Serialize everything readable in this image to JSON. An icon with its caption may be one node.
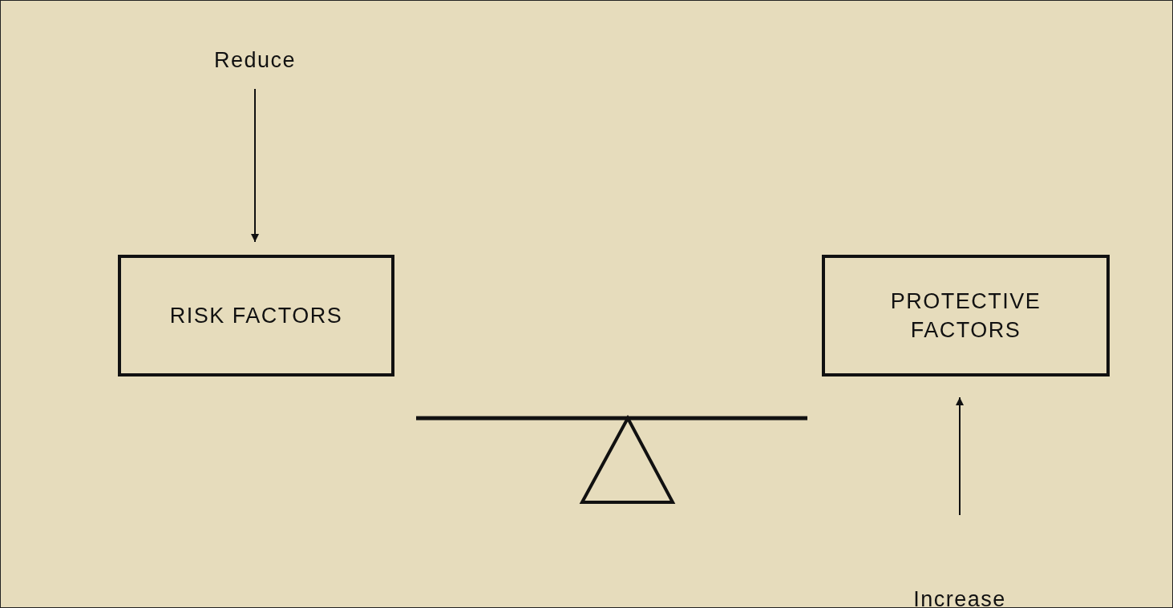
{
  "diagram": {
    "nodes": [
      {
        "text": [
          "Reduce"
        ]
      },
      {
        "text": [
          "RISK FACTORS"
        ]
      },
      {
        "text": [
          "PROTECTIVE FACTORS"
        ]
      },
      {
        "text": [
          "Increase"
        ]
      }
    ],
    "edges": [
      {
        "from": 0,
        "to": 1,
        "arrow": "to"
      },
      {
        "from": 3,
        "to": 2,
        "arrow": "to"
      }
    ]
  }
}
